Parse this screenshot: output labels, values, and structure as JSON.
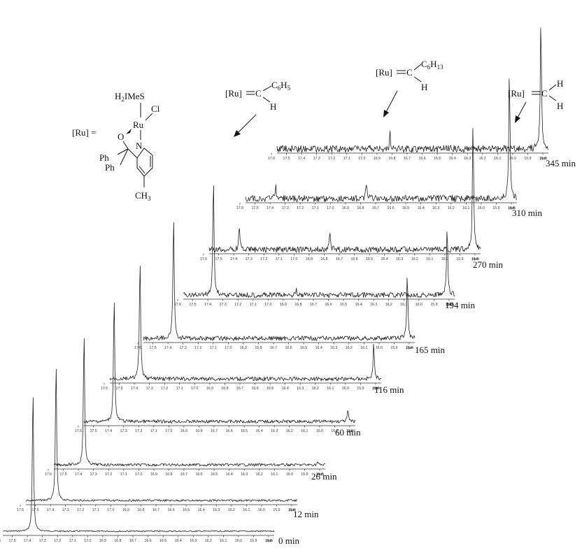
{
  "chart_data": {
    "type": "line",
    "description_style": "stacked-offset-1H-NMR-spectra",
    "xaxis": {
      "unit": "ppm",
      "range": [
        17.6,
        15.8
      ],
      "reversed": true,
      "ticks": [
        17.6,
        17.5,
        17.4,
        17.3,
        17.2,
        17.1,
        17.0,
        16.9,
        16.8,
        16.7,
        16.6,
        16.5,
        16.4,
        16.3,
        16.2,
        16.1,
        16.0,
        15.9,
        15.8
      ]
    },
    "grid": false,
    "peak_positions_ppm": {
      "benzylidene": 17.4,
      "heptylidene": 16.8,
      "methylidene": 15.85
    },
    "series": [
      {
        "name": "0 min",
        "peaks": [
          {
            "ppm": 17.4,
            "height": 1.0
          }
        ]
      },
      {
        "name": "12 min",
        "peaks": [
          {
            "ppm": 17.4,
            "height": 0.98
          },
          {
            "ppm": 15.85,
            "height": 0.01
          }
        ]
      },
      {
        "name": "26 min",
        "peaks": [
          {
            "ppm": 17.4,
            "height": 0.95
          },
          {
            "ppm": 15.85,
            "height": 0.02
          }
        ]
      },
      {
        "name": "60 min",
        "peaks": [
          {
            "ppm": 17.4,
            "height": 0.9
          },
          {
            "ppm": 15.85,
            "height": 0.08
          }
        ]
      },
      {
        "name": "116 min",
        "peaks": [
          {
            "ppm": 17.4,
            "height": 0.85
          },
          {
            "ppm": 15.85,
            "height": 0.25
          }
        ]
      },
      {
        "name": "165 min",
        "peaks": [
          {
            "ppm": 17.4,
            "height": 0.86
          },
          {
            "ppm": 15.85,
            "height": 0.45
          }
        ]
      },
      {
        "name": "194 min",
        "peaks": [
          {
            "ppm": 17.4,
            "height": 0.82
          },
          {
            "ppm": 16.85,
            "height": 0.04
          },
          {
            "ppm": 15.85,
            "height": 0.48
          }
        ]
      },
      {
        "name": "270 min",
        "peaks": [
          {
            "ppm": 17.4,
            "height": 0.17
          },
          {
            "ppm": 16.8,
            "height": 0.12
          },
          {
            "ppm": 15.85,
            "height": 0.9
          }
        ]
      },
      {
        "name": "310 min",
        "peaks": [
          {
            "ppm": 17.4,
            "height": 0.09
          },
          {
            "ppm": 16.8,
            "height": 0.12
          },
          {
            "ppm": 15.85,
            "height": 0.9
          }
        ]
      },
      {
        "name": "345 min",
        "peaks": [
          {
            "ppm": 16.85,
            "height": 0.1
          },
          {
            "ppm": 15.85,
            "height": 0.92
          }
        ]
      }
    ],
    "annotations": [
      {
        "id": "benzylidene",
        "ru": "[Ru]",
        "carbon": "C",
        "h": "H",
        "group": "C",
        "group_sub": "6",
        "group_end": "H",
        "group_end_sub": "5"
      },
      {
        "id": "heptylidene",
        "ru": "[Ru]",
        "carbon": "C",
        "h": "H",
        "group": "C",
        "group_sub": "6",
        "group_end": "H",
        "group_end_sub": "13"
      },
      {
        "id": "methylidene",
        "ru": "[Ru]",
        "carbon": "C",
        "h_top": "H",
        "h_bottom": "H"
      }
    ],
    "structure": {
      "definition": "[Ru] =",
      "ligand_h": "H",
      "ligand_h_sub": "2",
      "ligand_rest": "IMeS",
      "metal": "Ru",
      "chloride": "Cl",
      "oxygen": "O",
      "nitrogen": "N",
      "ph1": "Ph",
      "ph2": "Ph",
      "methyl": "CH",
      "methyl_sub": "3"
    }
  }
}
